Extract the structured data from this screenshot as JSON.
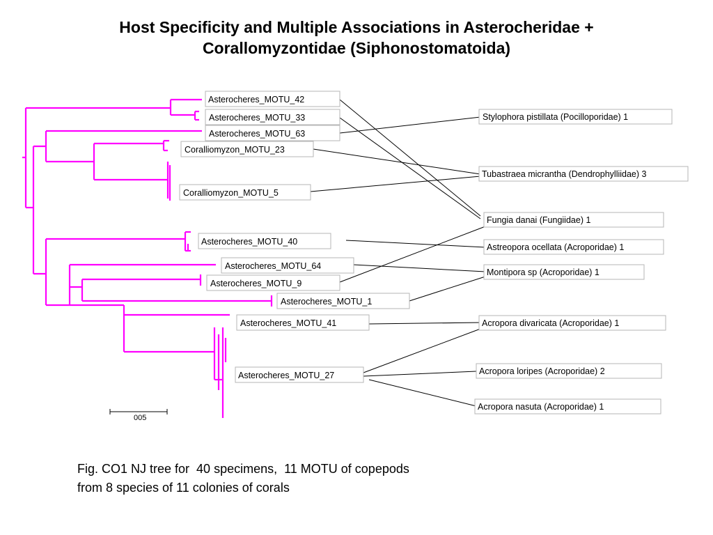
{
  "title": {
    "line1": "Host Specificity and Multiple Associations in Asterocheridae +",
    "line2": "Corallomyzontidae (Siphonostomatoida)"
  },
  "copepod_motus": [
    "Asterocheres_MOTU_42",
    "Asterocheres_MOTU_33",
    "Asterocheres_MOTU_63",
    "Coralliomyzon_MOTU_23",
    "Coralliomyzon_MOTU_5",
    "Asterocheres_MOTU_40",
    "Asterocheres_MOTU_64",
    "Asterocheres_MOTU_9",
    "Asterocheres_MOTU_1",
    "Asterocheres_MOTU_41",
    "Asterocheres_MOTU_27"
  ],
  "coral_hosts": [
    "Stylophora pistillata (Pocilloporidae) 1",
    "Tubastraea micrantha (Dendrophylliidae) 3",
    "Fungia danai (Fungiidae) 1",
    "Astreopora ocellata (Acroporidae) 1",
    "Montipora sp (Acroporidae) 1",
    "Acropora divaricata (Acroporidae) 1",
    "Acropora loripes (Acroporidae) 2",
    "Acropora nasuta (Acroporidae) 1"
  ],
  "associations": [
    {
      "motu": "Asterocheres_MOTU_42",
      "host": "Fungia danai (Fungiidae) 1"
    },
    {
      "motu": "Asterocheres_MOTU_33",
      "host": "Fungia danai (Fungiidae) 1"
    },
    {
      "motu": "Asterocheres_MOTU_63",
      "host": "Stylophora pistillata (Pocilloporidae) 1"
    },
    {
      "motu": "Coralliomyzon_MOTU_23",
      "host": "Tubastraea micrantha (Dendrophylliidae) 3"
    },
    {
      "motu": "Coralliomyzon_MOTU_5",
      "host": "Tubastraea micrantha (Dendrophylliidae) 3"
    },
    {
      "motu": "Asterocheres_MOTU_40",
      "host": "Astreopora ocellata (Acroporidae) 1"
    },
    {
      "motu": "Asterocheres_MOTU_64",
      "host": "Montipora sp (Acroporidae) 1"
    },
    {
      "motu": "Asterocheres_MOTU_9",
      "host": "Fungia danai (Fungiidae) 1"
    },
    {
      "motu": "Asterocheres_MOTU_1",
      "host": "Montipora sp (Acroporidae) 1"
    },
    {
      "motu": "Asterocheres_MOTU_41",
      "host": "Acropora divaricata (Acroporidae) 1"
    },
    {
      "motu": "Asterocheres_MOTU_27",
      "host": "Acropora divaricata (Acroporidae) 1"
    },
    {
      "motu": "Asterocheres_MOTU_27",
      "host": "Acropora loripes (Acroporidae) 2"
    },
    {
      "motu": "Asterocheres_MOTU_27",
      "host": "Acropora nasuta (Acroporidae) 1"
    }
  ],
  "scale_bar": {
    "label": "005"
  },
  "caption": {
    "line1": "Fig. CO1 NJ tree for  40 specimens,  11 MOTU of copepods",
    "line2": "from 8 species of 11 colonies of corals"
  },
  "colors": {
    "tree": "#ff00ff",
    "link": "#000000",
    "box_border": "#b5b5b5"
  }
}
